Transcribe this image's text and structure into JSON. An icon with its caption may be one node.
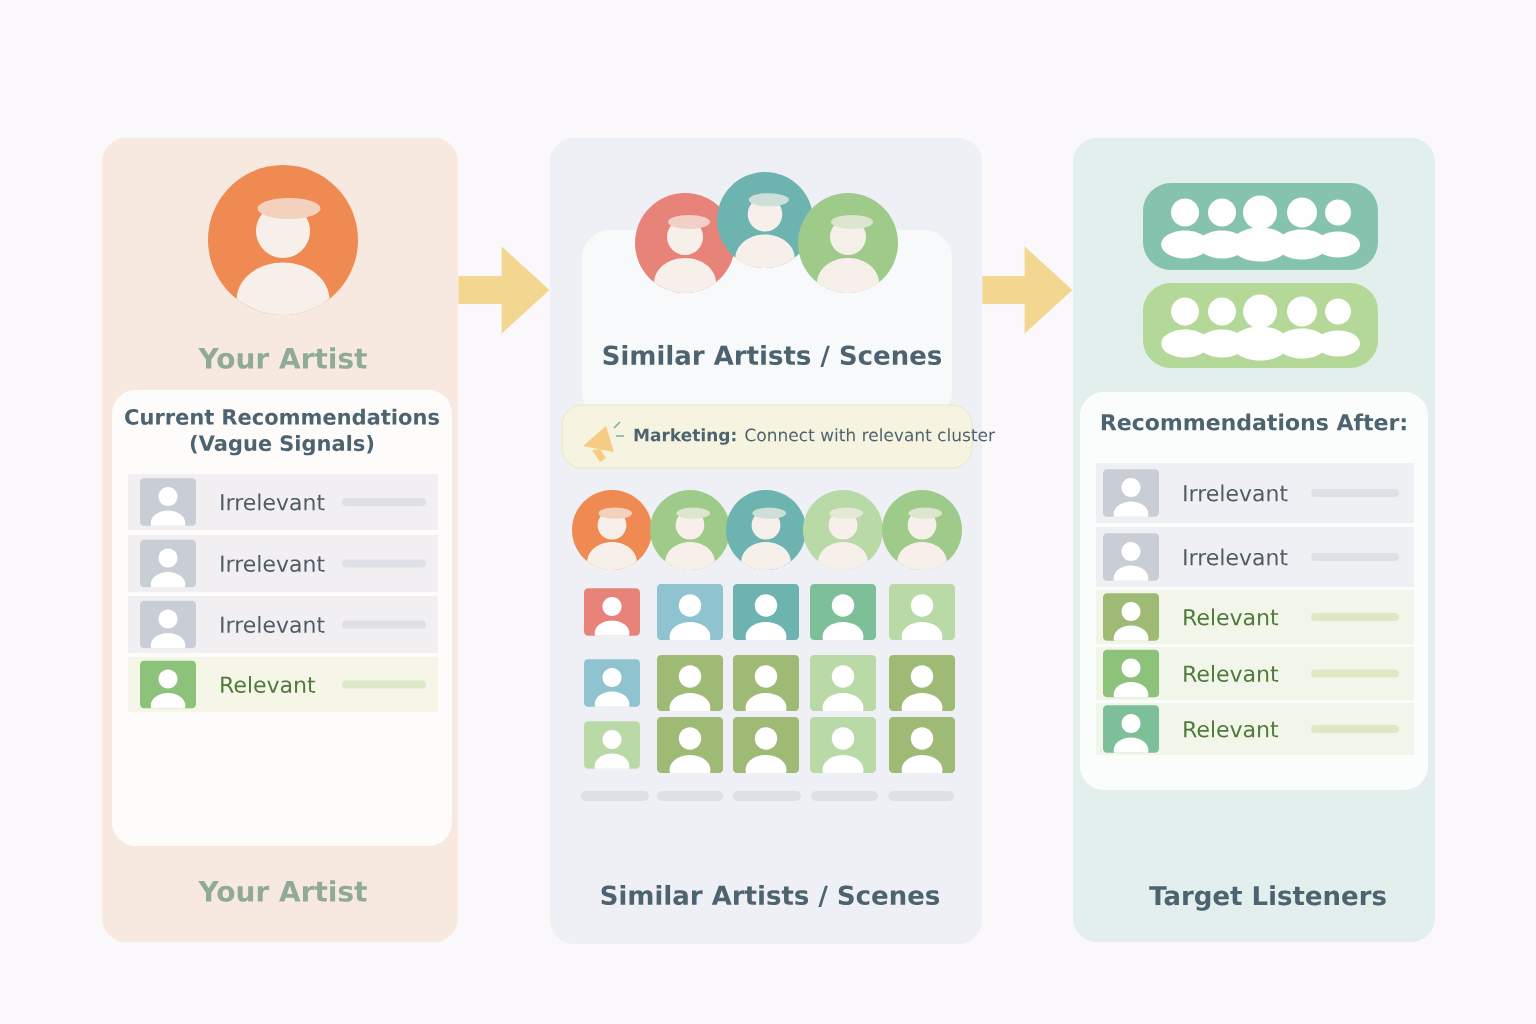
{
  "diagram": {
    "nodes": [
      {
        "text": [
          "Your Artist",
          "Your Artist"
        ]
      },
      {
        "text": [
          "Current Recommendations (Vague Signals)"
        ],
        "in": 0
      },
      {
        "text": [
          "Irrelevant"
        ],
        "in": 1
      },
      {
        "text": [
          "Irrelevant"
        ],
        "in": 1
      },
      {
        "text": [
          "Irrelevant"
        ],
        "in": 1
      },
      {
        "text": [
          "Relevant"
        ],
        "in": 1
      },
      {
        "text": [
          "Similar Artists / Scenes",
          "Similar Artists / Scenes"
        ]
      },
      {
        "text": [
          "**Marketing:** Connect with relevant cluster"
        ],
        "in": 6
      },
      {
        "text": [
          "Target Listeners"
        ]
      },
      {
        "text": [
          "Recommendations After:"
        ],
        "in": 8
      },
      {
        "text": [
          "Irrelevant"
        ],
        "in": 9
      },
      {
        "text": [
          "Irrelevant"
        ],
        "in": 9
      },
      {
        "text": [
          "Relevant"
        ],
        "in": 9
      },
      {
        "text": [
          "Relevant"
        ],
        "in": 9
      },
      {
        "text": [
          "Relevant"
        ],
        "in": 9
      }
    ],
    "edges": [
      {
        "from": 0,
        "to": 6,
        "arrow": "to"
      },
      {
        "from": 6,
        "to": 8,
        "arrow": "to"
      }
    ]
  }
}
